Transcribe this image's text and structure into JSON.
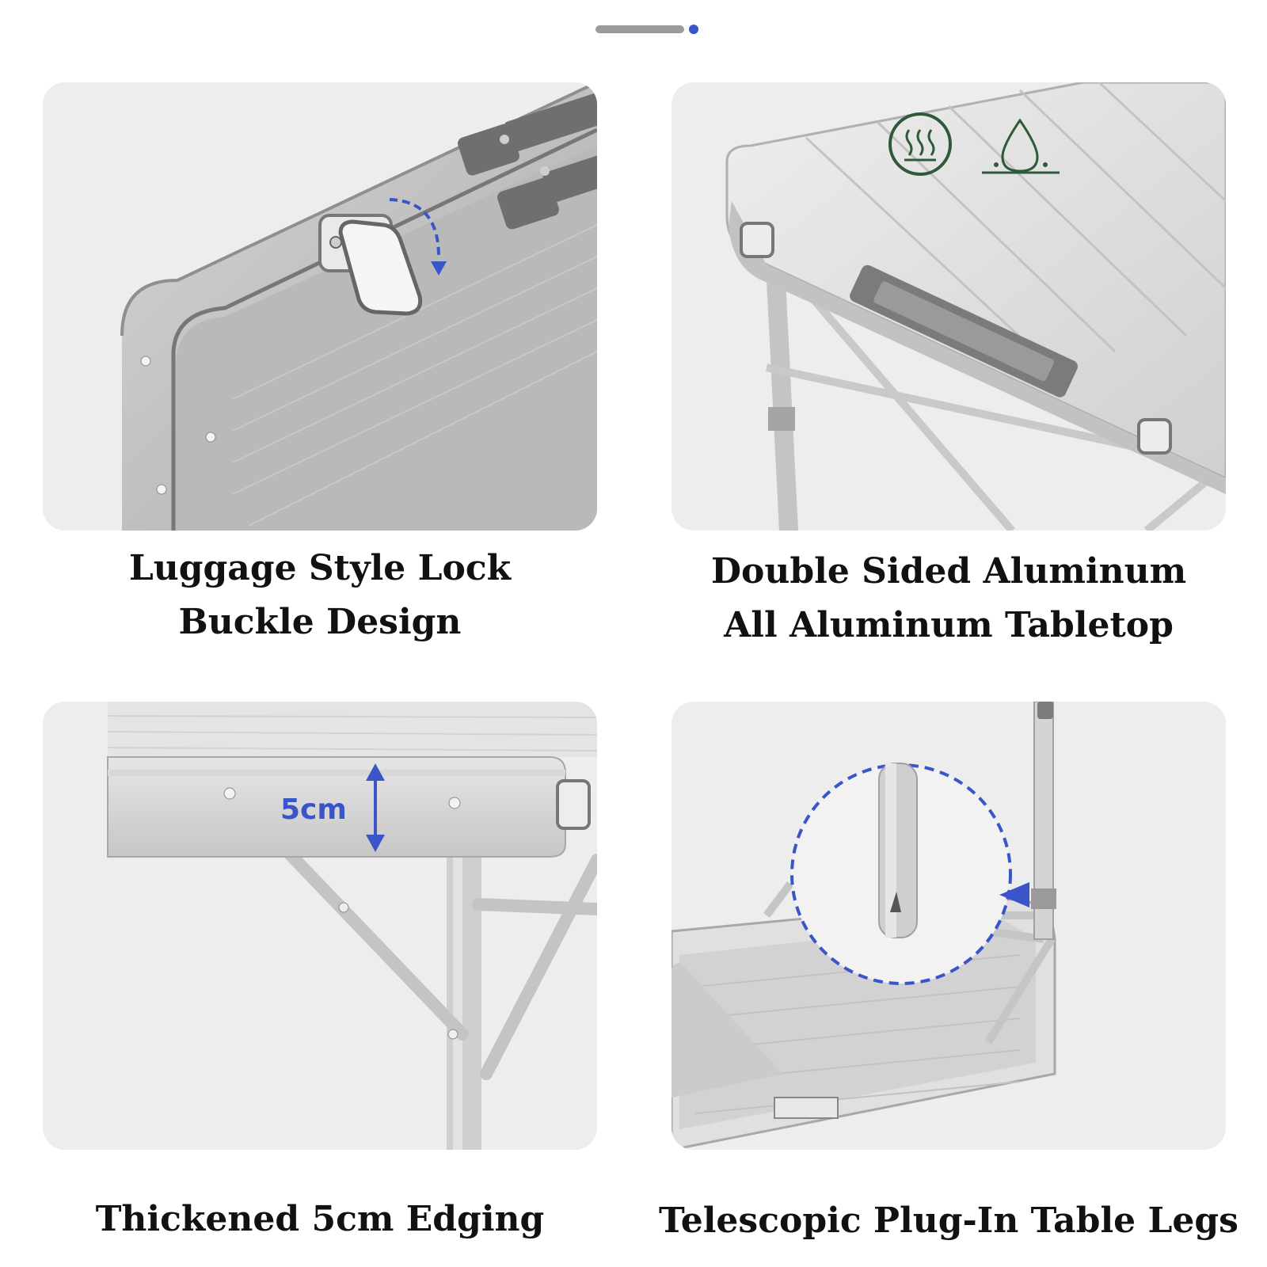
{
  "pager": {
    "total": 2,
    "active": 2
  },
  "colors": {
    "accent": "#3a55c8",
    "icon_green": "#2e5a3a",
    "aluminum": "#d9d9d9",
    "panel_bg": "#ededed"
  },
  "panels": [
    {
      "caption_line1": "Luggage Style Lock",
      "caption_line2": "Buckle Design"
    },
    {
      "caption_line1": "Double Sided Aluminum",
      "caption_line2": "All Aluminum Tabletop",
      "icons": [
        "heat-resistant-icon",
        "waterproof-icon"
      ]
    },
    {
      "caption_line1": "Thickened 5cm Edging",
      "dimension_label": "5cm"
    },
    {
      "caption_line1": "Telescopic Plug-In Table Legs"
    }
  ]
}
